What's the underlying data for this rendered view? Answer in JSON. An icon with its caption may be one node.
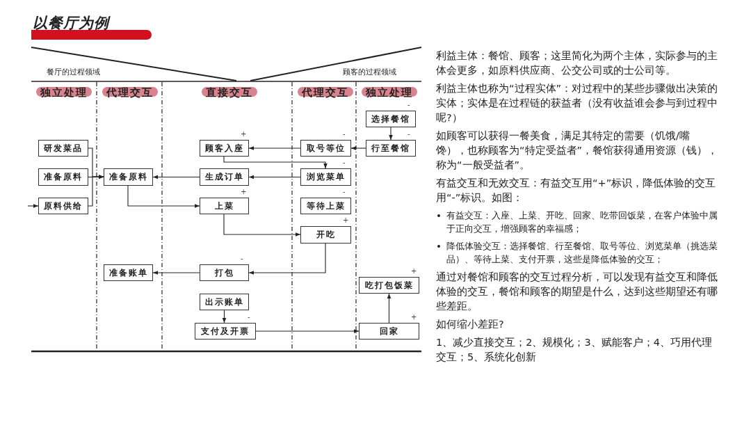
{
  "diagram": {
    "title": "以餐厅为例",
    "nodes": [
      {
        "text": [
          "研发菜品"
        ]
      },
      {
        "text": [
          "准备原料"
        ]
      },
      {
        "text": [
          "原料供给"
        ]
      },
      {
        "text": [
          "准备原料"
        ]
      },
      {
        "text": [
          "准备账单"
        ]
      },
      {
        "text": [
          "顾客入座"
        ],
        "beside": [
          "+"
        ]
      },
      {
        "text": [
          "生成订单"
        ]
      },
      {
        "text": [
          "上菜"
        ],
        "beside": [
          "+"
        ]
      },
      {
        "text": [
          "打包"
        ],
        "beside": [
          "-"
        ]
      },
      {
        "text": [
          "出示账单"
        ]
      },
      {
        "text": [
          "支付及开票"
        ],
        "beside": [
          "-"
        ]
      },
      {
        "text": [
          "取号等位"
        ],
        "beside": [
          "-"
        ]
      },
      {
        "text": [
          "浏览菜单"
        ],
        "beside": [
          "-"
        ]
      },
      {
        "text": [
          "等待上菜"
        ],
        "beside": [
          "-"
        ]
      },
      {
        "text": [
          "开吃"
        ],
        "beside": [
          "+"
        ]
      },
      {
        "text": [
          "选择餐馆"
        ],
        "beside": [
          "-"
        ]
      },
      {
        "text": [
          "行至餐馆"
        ],
        "beside": [
          "-"
        ]
      },
      {
        "text": [
          "吃打包饭菜"
        ],
        "beside": [
          "+"
        ]
      },
      {
        "text": [
          "回家"
        ],
        "beside": [
          "+"
        ]
      }
    ],
    "edges": [
      {
        "from": 0,
        "to": 3,
        "arrow": "to"
      },
      {
        "from": 1,
        "to": 3,
        "arrow": "to"
      },
      {
        "from": 2,
        "to": 3,
        "arrow": "to"
      },
      {
        "from": null,
        "to": 2,
        "arrow": "to"
      },
      {
        "from": 6,
        "to": 3,
        "arrow": "to"
      },
      {
        "from": 3,
        "to": 7,
        "arrow": "to"
      },
      {
        "from": 15,
        "to": 16,
        "arrow": "to"
      },
      {
        "from": 16,
        "to": 11,
        "arrow": "to"
      },
      {
        "from": 11,
        "to": 5,
        "arrow": "to"
      },
      {
        "from": 5,
        "to": 12,
        "arrow": "to"
      },
      {
        "from": 12,
        "to": 6,
        "arrow": "to"
      },
      {
        "from": 7,
        "to": 14,
        "arrow": "to"
      },
      {
        "from": 14,
        "to": 8,
        "arrow": "to"
      },
      {
        "from": 8,
        "to": 4,
        "arrow": "to"
      },
      {
        "from": 9,
        "to": 10,
        "arrow": "to"
      },
      {
        "from": 10,
        "to": 18,
        "arrow": "to"
      },
      {
        "from": 18,
        "to": 17,
        "arrow": "to"
      }
    ],
    "labels": [
      "餐厅的过程领域",
      "顾客的过程领域",
      "独立处理",
      "代理交互",
      "直接交互",
      "代理交互",
      "独立处理",
      "利益主体：餐馆、顾客；这里简化为两个主体，实际参与的主体会更多，如原料供应商、公交公司或的士公司等。",
      "利益主体也称为“过程实体”：对过程中的某些步骤做出决策的实体；实体是在过程链的获益者（没有收益谁会参与到过程中呢?）",
      "如顾客可以获得一餐美食，满足其特定的需要（饥饿/嘴馋），也称顾客为“特定受益者”，餐馆获得通用资源（钱），称为“一般受益者”。",
      "有益交互和无效交互：有益交互用“+”标识，降低体验的交互用“-”标识。如图：",
      "有益交互：入座、上菜、开吃、回家、吃带回饭菜，在客户体验中属于正向交互，增强顾客的幸福感；",
      "降低体验交互：选择餐馆、行至餐馆、取号等位、浏览菜单（挑选菜品）、等待上菜、支付开票，这些是降低体验的交互；",
      "通过对餐馆和顾客的交互过程分析，可以发现有益交互和降低体验的交互，餐馆和顾客的期望是什么，达到这些期望还有哪些差距。",
      "如何缩小差距?",
      "1、减少直接交互；2、规模化；3、赋能客户；4、巧用代理交互；5、系统化创新"
    ]
  }
}
